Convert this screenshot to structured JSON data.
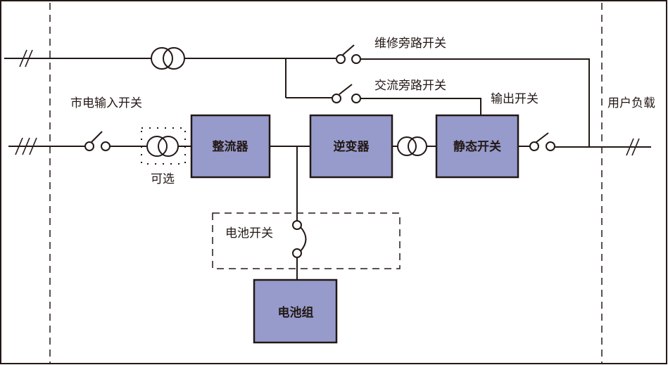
{
  "diagram": {
    "title": "UPS system block diagram",
    "blocks": {
      "rectifier": "整流器",
      "inverter": "逆变器",
      "static_switch": "静态开关",
      "battery": "电池组"
    },
    "labels": {
      "mains_input_switch": "市电输入开关",
      "optional": "可选",
      "maintenance_bypass_switch": "维修旁路开关",
      "ac_bypass_switch": "交流旁路开关",
      "output_switch": "输出开关",
      "user_load": "用户负载",
      "battery_switch": "电池开关"
    },
    "colors": {
      "block_fill": "#969bcb",
      "line": "#231815"
    }
  }
}
